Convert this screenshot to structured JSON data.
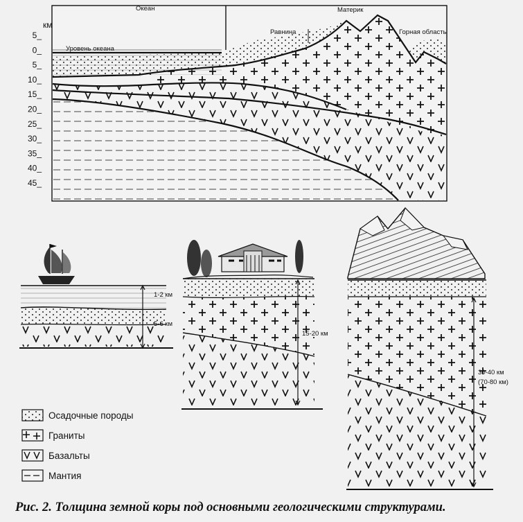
{
  "profile": {
    "unit_label": "км",
    "ocean_label": "Океан",
    "continent_label": "Материк",
    "plain_label": "Равнина",
    "mountain_label": "Горная область",
    "sea_level_label": "Уровень океана",
    "depth_ticks": [
      "5_",
      "0_",
      "5_",
      "10_",
      "15_",
      "20_",
      "25_",
      "30_",
      "35_",
      "40_",
      "45_"
    ]
  },
  "columns": {
    "ocean_top_label": "1-2 км",
    "ocean_bottom_label": "5-6 км",
    "plain_label": "15-20 км",
    "mountain_label_1": "30-40 км",
    "mountain_label_2": "(70-80 км)"
  },
  "legend": [
    {
      "pattern": "dots",
      "label": "Осадочные породы"
    },
    {
      "pattern": "plus",
      "label": "Граниты"
    },
    {
      "pattern": "vee",
      "label": "Базальты"
    },
    {
      "pattern": "dash",
      "label": "Мантия"
    }
  ],
  "caption": "Рис. 2. Толщина земной коры под основными геологическими структурами."
}
